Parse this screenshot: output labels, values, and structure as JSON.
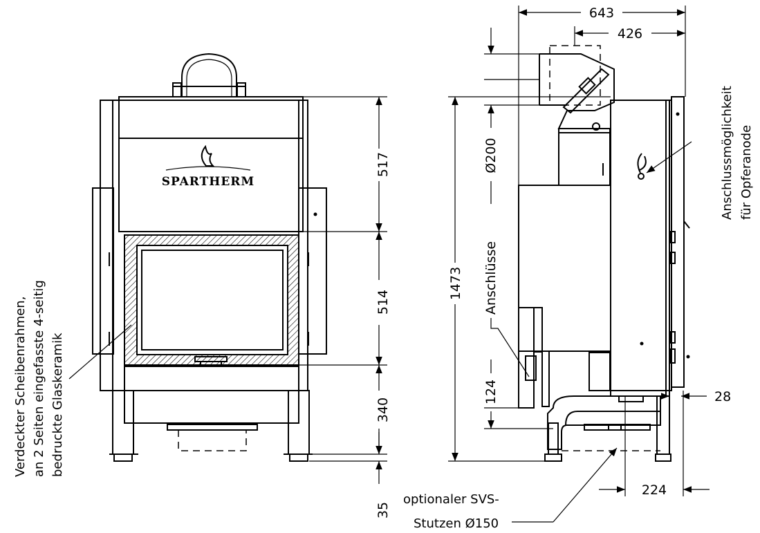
{
  "logo": {
    "brand": "SPARTHERM"
  },
  "dimensions": {
    "front_heights": [
      "517",
      "514",
      "340",
      "35"
    ],
    "side_top_width": "643",
    "side_top_offset": "426",
    "flue_diameter": "Ø200",
    "overall_height": "1473",
    "connections_height": "124",
    "right_offset": "28",
    "bottom_width": "224"
  },
  "annotations": {
    "glass_frame": [
      "Verdeckter Scheibenrahmen,",
      "an 2 Seiten eingefasste 4-seitig",
      "bedruckte Glaskeramik"
    ],
    "connections": "Anschlüsse",
    "anode": [
      "Anschlussmöglichkeit",
      "für Opferanode"
    ],
    "svs": [
      "optionaler SVS-",
      "Stutzen Ø150"
    ]
  }
}
